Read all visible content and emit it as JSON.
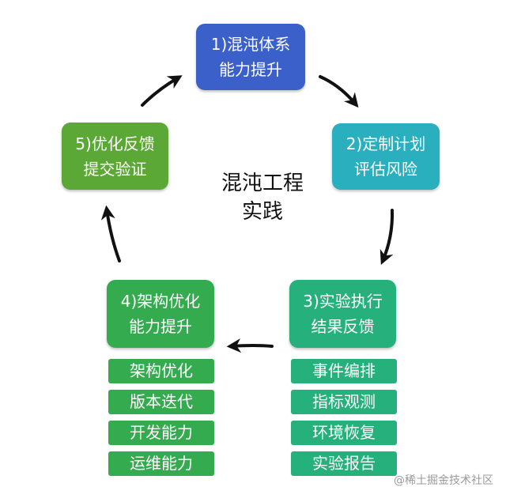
{
  "diagram": {
    "center_title": [
      "混沌工程",
      "实践"
    ],
    "stages": [
      {
        "lines": [
          "1)混沌体系",
          "能力提升"
        ],
        "color": "#3b60c9"
      },
      {
        "lines": [
          "2)定制计划",
          "评估风险"
        ],
        "color": "#2aafbe"
      },
      {
        "lines": [
          "3)实验执行",
          "结果反馈"
        ],
        "color": "#26b07c"
      },
      {
        "lines": [
          "4)架构优化",
          "能力提升"
        ],
        "color": "#33ab4e"
      },
      {
        "lines": [
          "5)优化反馈",
          "提交验证"
        ],
        "color": "#5ca836"
      }
    ],
    "left_items": [
      "架构优化",
      "版本迭代",
      "开发能力",
      "运维能力"
    ],
    "right_items": [
      "事件编排",
      "指标观测",
      "环境恢复",
      "实验报告"
    ],
    "arrow_icon": "curved-arrow-icon"
  },
  "watermark": "@稀土掘金技术社区"
}
